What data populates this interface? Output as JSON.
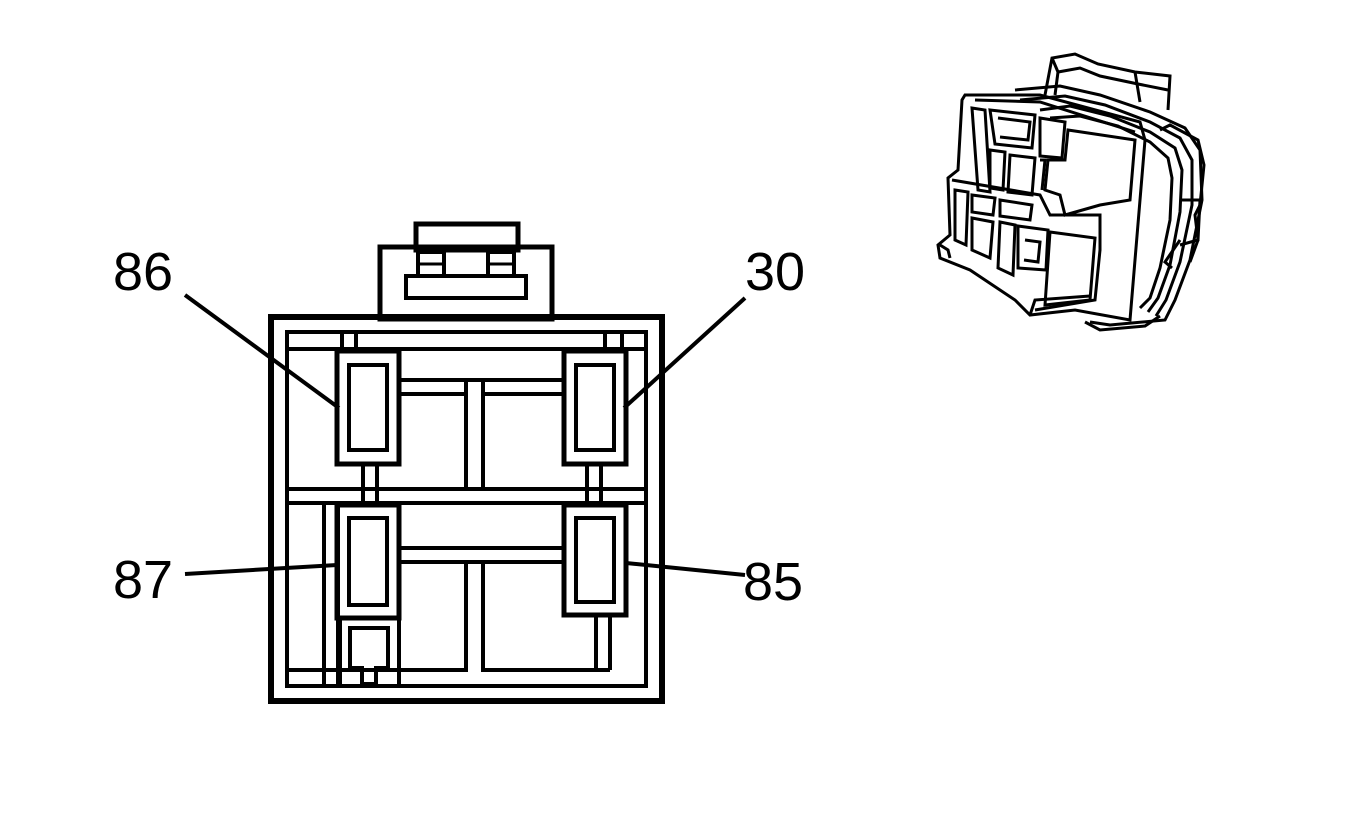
{
  "pins": [
    {
      "id": "pin-86",
      "label": "86"
    },
    {
      "id": "pin-30",
      "label": "30"
    },
    {
      "id": "pin-87",
      "label": "87"
    },
    {
      "id": "pin-85",
      "label": "85"
    }
  ],
  "colors": {
    "line": "#000000",
    "background": "#ffffff"
  }
}
